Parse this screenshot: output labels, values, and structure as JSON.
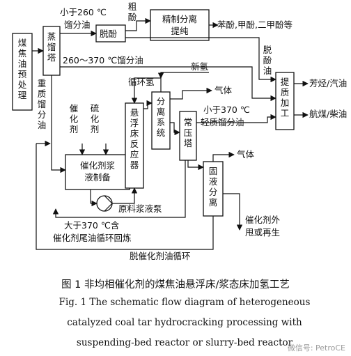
{
  "boxes": {
    "pretreat": "煤焦油预处理",
    "distill": "蒸馏塔",
    "dephenol": "脱酚",
    "refine": "精制分离提纯",
    "catalyst_prep": "催化剂浆液制备",
    "reactor": "悬浮床反应器",
    "separation": "分离系统",
    "atm_tower": "常压塔",
    "upgrade": "提质加工",
    "solid_liquid": "固液分离"
  },
  "labels": {
    "lt260": "小于260 ℃",
    "lt260_oil": "馏分油",
    "crude_phenol": "粗酚",
    "phenols": "苯酚,甲酚,二甲酚等",
    "range_260_370": "260～370 ℃馏分油",
    "dephenol_oil": "脱酚油",
    "heavy_oil": "重质馏分油",
    "recycle_h2": "循环氢",
    "new_h2": "新氢",
    "gas1": "气体",
    "gas2": "气体",
    "catalyst": "催化剂",
    "sulfiding": "硫化剂",
    "lt370": "小于370 ℃",
    "light_oil": "轻质馏分油",
    "aromatics": "芳烃/汽油",
    "jet_diesel": "航煤/柴油",
    "pump": "原料浆液泵",
    "gt370_1": "大于370 ℃含",
    "gt370_2": "催化剂尾油循环回炼",
    "cat_out_1": "催化剂外",
    "cat_out_2": "甩或再生",
    "decat_oil": "脱催化剂油循环"
  },
  "caption": {
    "cn": "图 1    非均相催化剂的煤焦油悬浮床/浆态床加氢工艺",
    "en1": "Fig. 1    The schematic flow diagram of heterogeneous",
    "en2": "catalyzed coal tar hydrocracking processing with",
    "en3": "suspending-bed reactor or slurry-bed reactor"
  },
  "watermark": "微信号: PetroCE"
}
